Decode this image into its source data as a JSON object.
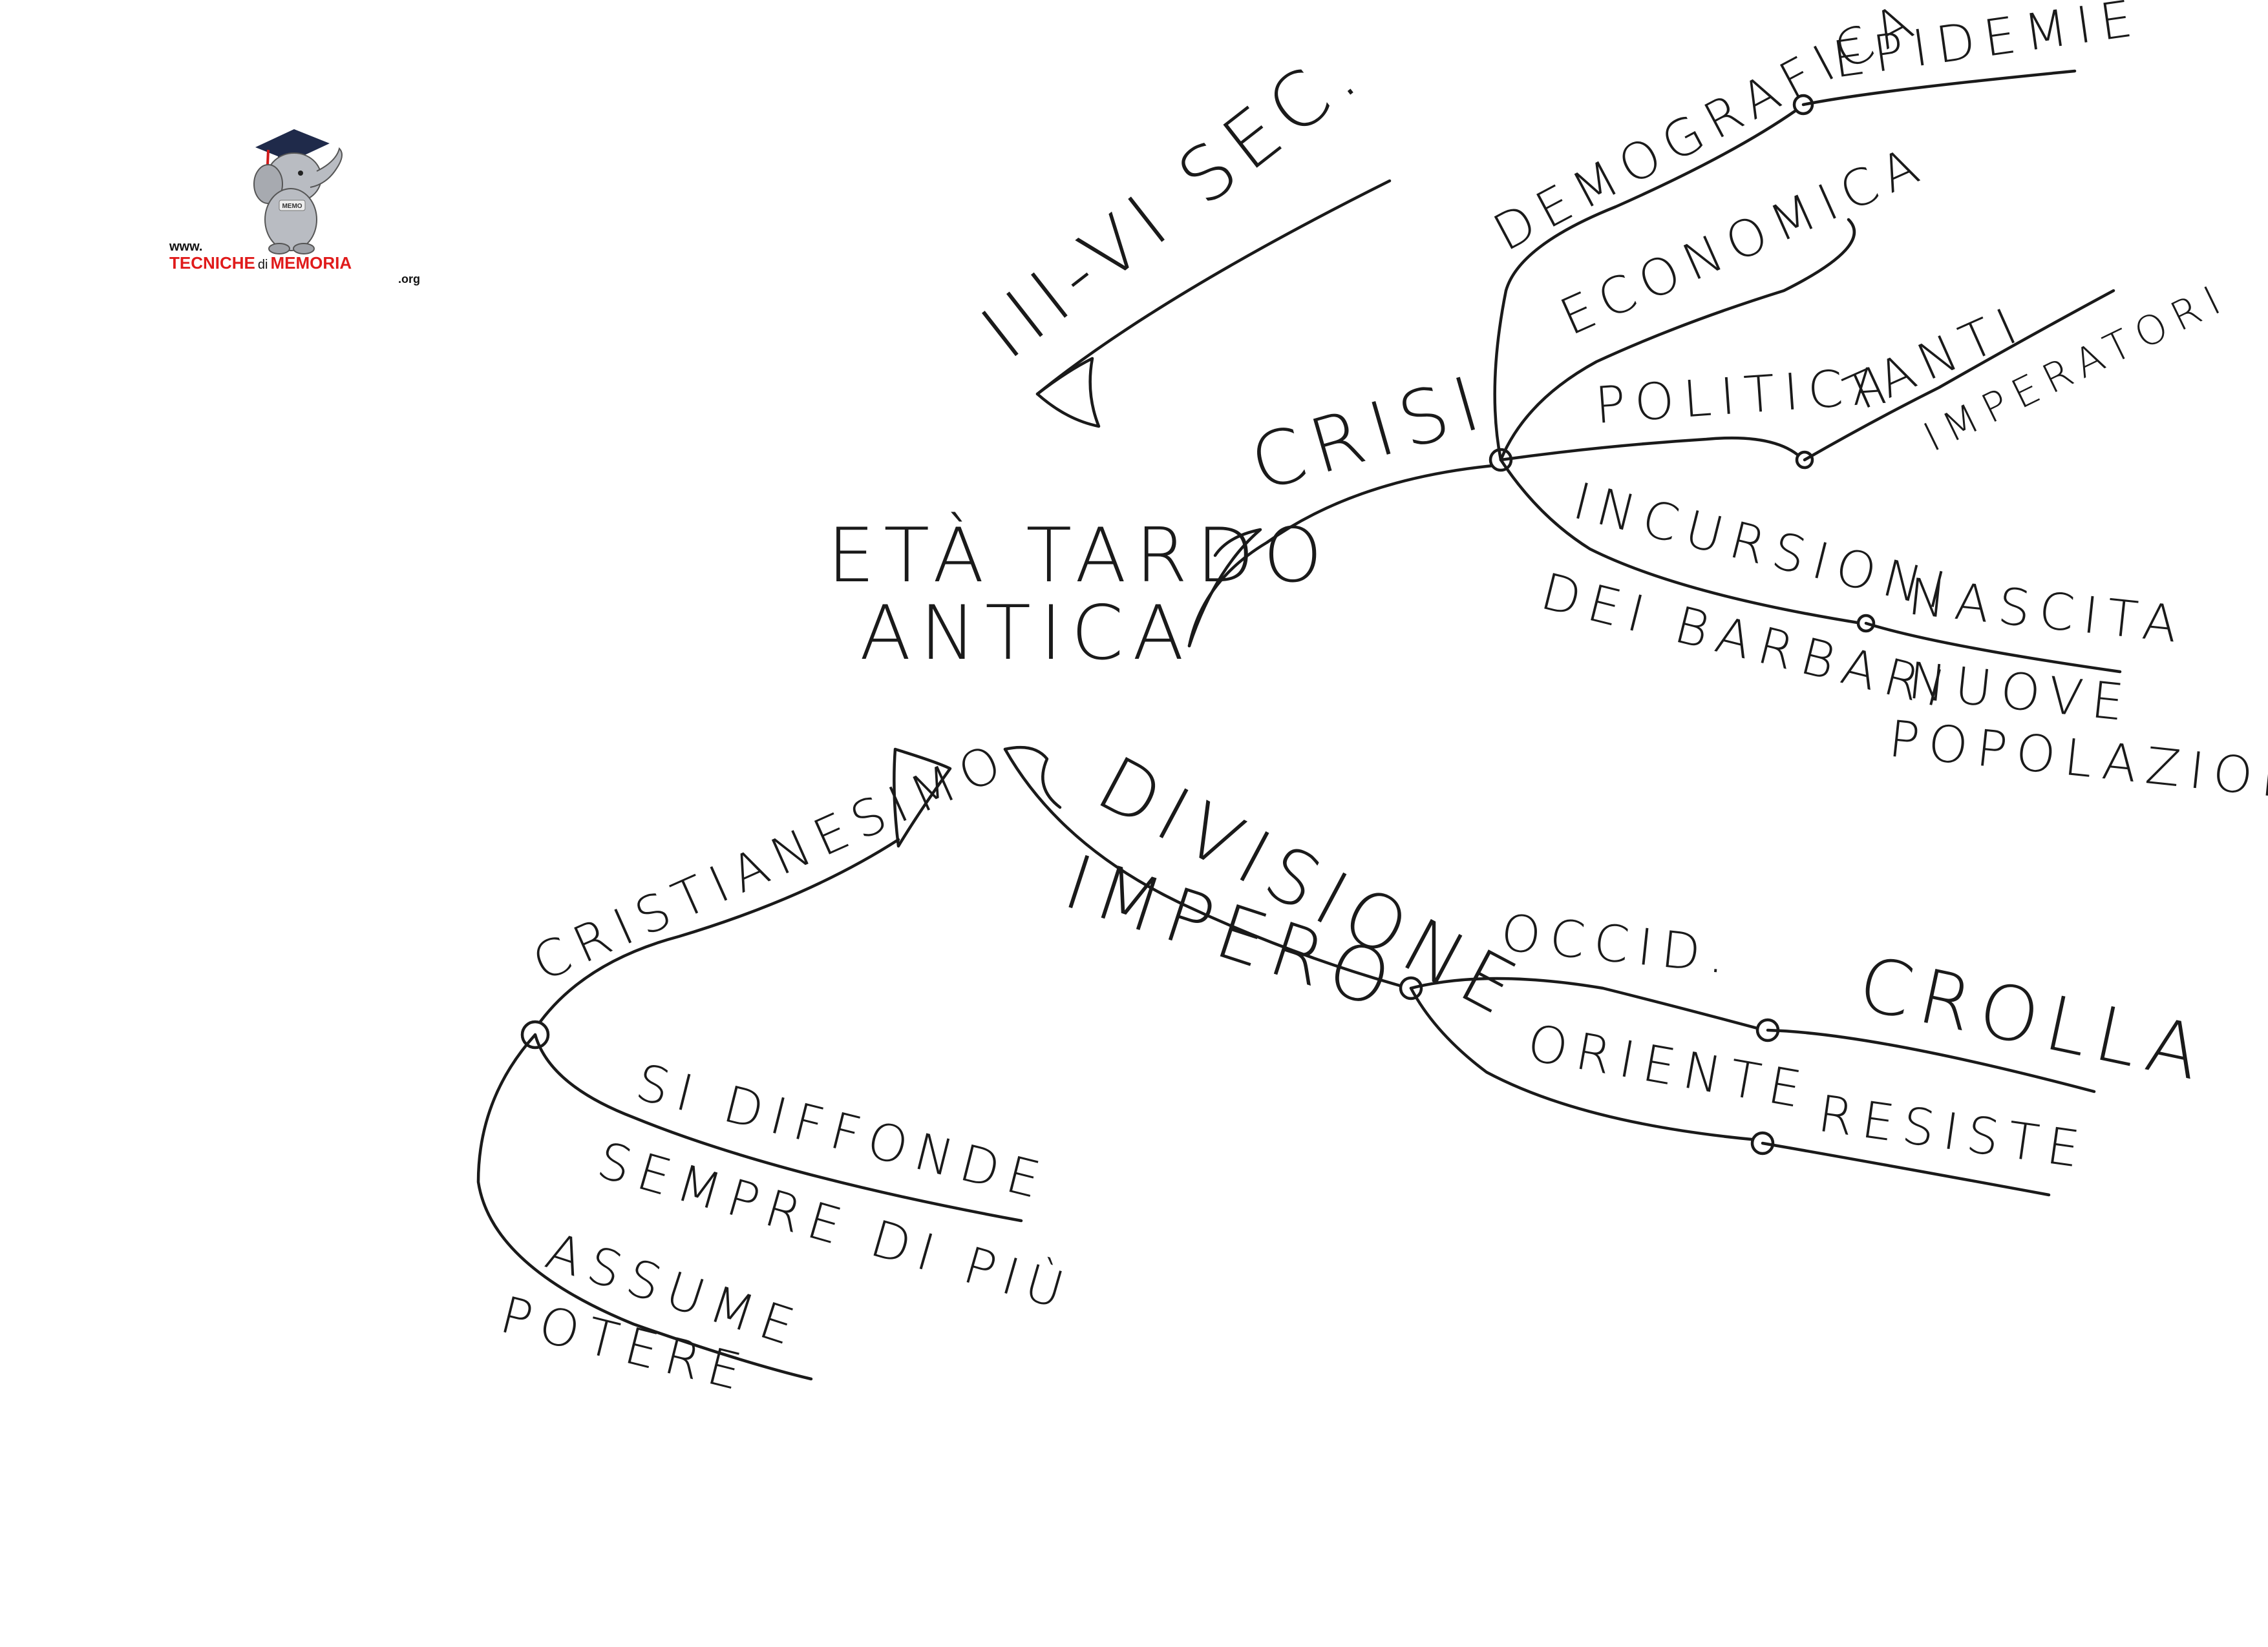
{
  "logo": {
    "www": "www.",
    "brand_part1": "TECNICHE",
    "brand_di": "di",
    "brand_part2": "MEMORIA",
    "org": ".org",
    "mascot_badge": "MEMO",
    "mascot_icon": "elephant-graduate-icon"
  },
  "central": {
    "line1": "ETÀ TARDO",
    "line2": "ANTICA"
  },
  "period": "III-VI SEC.",
  "crisi": {
    "label": "CRISI",
    "branches": {
      "demografica": "DEMOGRAFICA",
      "epidemie": "EPIDEMIE",
      "economica": "ECONOMICA",
      "politica": "POLITICA",
      "tanti": "TANTI",
      "imperatori": "IMPERATORI",
      "incursioni": "INCURSIONI",
      "dei_barbari": "DEI BARBARI",
      "nascita": "NASCITA",
      "nuove": "NUOVE",
      "popolazioni": "POPOLAZIONI"
    }
  },
  "divisione": {
    "line1": "DIVISIONE",
    "line2": "IMPERO",
    "occid": "OCCID.",
    "crolla": "CROLLA",
    "oriente": "ORIENTE",
    "resiste": "RESISTE"
  },
  "cristianesimo": {
    "label": "CRISTIANESIMO",
    "si_diffonde": "SI DIFFONDE",
    "sempre_di_piu": "SEMPRE DI PIÙ",
    "assume": "ASSUME",
    "potere": "POTERE"
  },
  "colors": {
    "ink": "#1a1a1a",
    "brand_red": "#e01b1b",
    "paper": "#ffffff"
  }
}
